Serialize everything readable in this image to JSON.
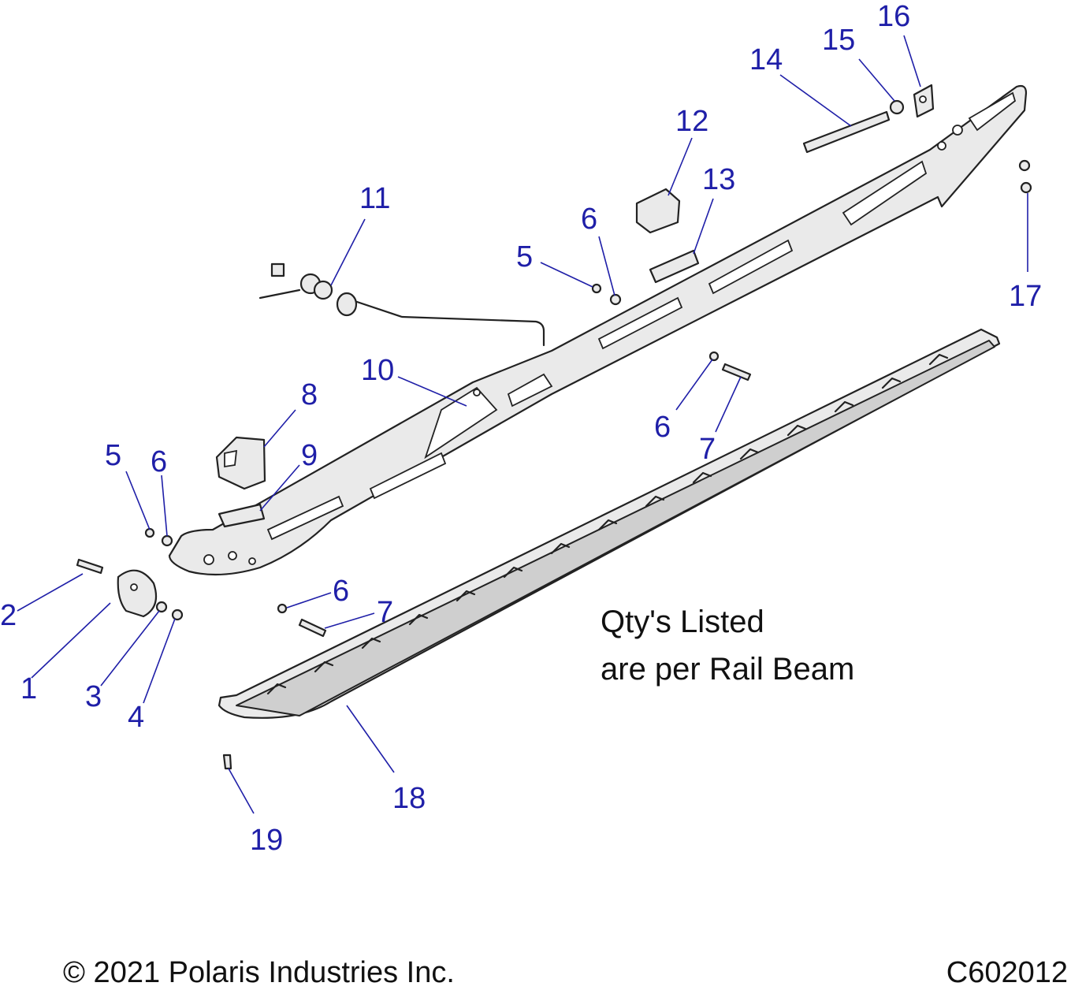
{
  "callouts": {
    "c1": "1",
    "c2": "2",
    "c3": "3",
    "c4": "4",
    "c5a": "5",
    "c5b": "5",
    "c6a": "6",
    "c6b": "6",
    "c6c": "6",
    "c6d": "6",
    "c7a": "7",
    "c7b": "7",
    "c8": "8",
    "c9": "9",
    "c10": "10",
    "c11": "11",
    "c12": "12",
    "c13": "13",
    "c14": "14",
    "c15": "15",
    "c16": "16",
    "c17": "17",
    "c18": "18",
    "c19": "19"
  },
  "note": {
    "line1": "Qty's Listed",
    "line2": "are per Rail Beam"
  },
  "footer": {
    "copyright": "© 2021 Polaris Industries Inc.",
    "diagram_id": "C602012"
  },
  "colors": {
    "callout": "#1f1fa8",
    "outline": "#222222",
    "part_fill": "#eaeaea"
  }
}
